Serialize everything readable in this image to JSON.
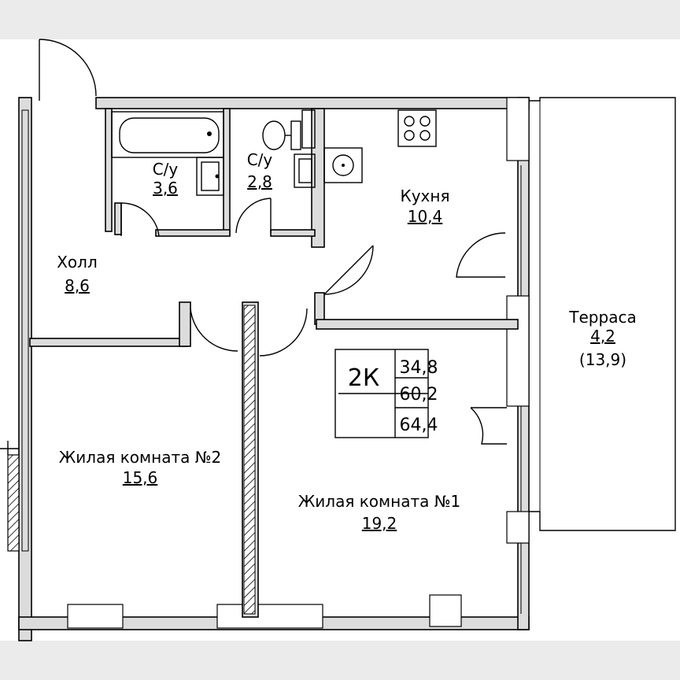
{
  "rooms": {
    "bath1": {
      "name": "С/у",
      "area": "3,6"
    },
    "bath2": {
      "name": "С/у",
      "area": "2,8"
    },
    "kitchen": {
      "name": "Кухня",
      "area": "10,4"
    },
    "hall": {
      "name": "Холл",
      "area": "8,6"
    },
    "terrace": {
      "name": "Терраса",
      "area": "4,2",
      "area_full": "(13,9)"
    },
    "room2": {
      "name": "Жилая комната №2",
      "area": "15,6"
    },
    "room1": {
      "name": "Жилая комната №1",
      "area": "19,2"
    }
  },
  "summary": {
    "type": "2К",
    "living_area": "34,8",
    "total_area": "60,2",
    "total_with_terrace": "64,4"
  }
}
